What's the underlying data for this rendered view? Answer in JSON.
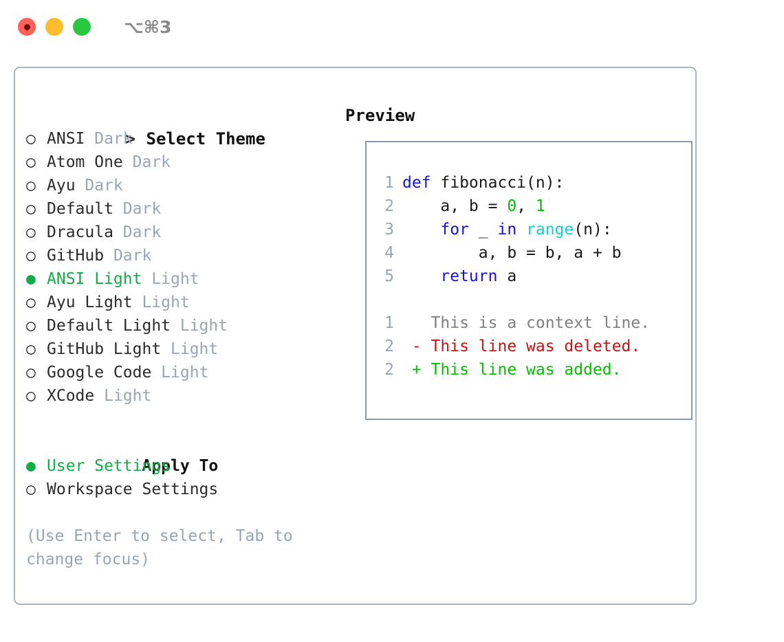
{
  "titlebar": {
    "lights": [
      {
        "name": "close",
        "color": "#ff6058"
      },
      {
        "name": "minimize",
        "color": "#ffbd2e"
      },
      {
        "name": "zoom",
        "color": "#28c840"
      }
    ],
    "shortcut": "⌥⌘3"
  },
  "colors": {
    "accent_green": "#13ab45",
    "dim_gray": "#9aa5b4",
    "panel_border": "#aab3c0",
    "preview_border": "#8d99a8",
    "keyword_blue": "#1414d6",
    "function_cyan": "#12d0d0",
    "number_green": "#00c000",
    "diff_delete_red": "#cc1111",
    "diff_add_green": "#00c000",
    "diff_context_gray": "#808080"
  },
  "theme_list": {
    "heading_marker": ">",
    "heading": "Select Theme",
    "items": [
      {
        "marker": "○",
        "name": "ANSI",
        "variant": "Dark",
        "selected": false
      },
      {
        "marker": "○",
        "name": "Atom One",
        "variant": "Dark",
        "selected": false
      },
      {
        "marker": "○",
        "name": "Ayu",
        "variant": "Dark",
        "selected": false
      },
      {
        "marker": "○",
        "name": "Default",
        "variant": "Dark",
        "selected": false
      },
      {
        "marker": "○",
        "name": "Dracula",
        "variant": "Dark",
        "selected": false
      },
      {
        "marker": "○",
        "name": "GitHub",
        "variant": "Dark",
        "selected": false
      },
      {
        "marker": "●",
        "name": "ANSI Light",
        "variant": "Light",
        "selected": true
      },
      {
        "marker": "○",
        "name": "Ayu Light",
        "variant": "Light",
        "selected": false
      },
      {
        "marker": "○",
        "name": "Default Light",
        "variant": "Light",
        "selected": false
      },
      {
        "marker": "○",
        "name": "GitHub Light",
        "variant": "Light",
        "selected": false
      },
      {
        "marker": "○",
        "name": "Google Code",
        "variant": "Light",
        "selected": false
      },
      {
        "marker": "○",
        "name": "XCode",
        "variant": "Light",
        "selected": false
      }
    ]
  },
  "apply_to": {
    "title": "Apply To",
    "items": [
      {
        "marker": "●",
        "name": "User Settings",
        "selected": true
      },
      {
        "marker": "○",
        "name": "Workspace Settings",
        "selected": false
      }
    ]
  },
  "hint": "(Use Enter to select, Tab to change focus)",
  "preview": {
    "title": "Preview",
    "code_lines": [
      {
        "gutter": "1",
        "tokens": [
          {
            "t": "def ",
            "c": "kw"
          },
          {
            "t": "fibonacci(n):",
            "c": "plain"
          }
        ]
      },
      {
        "gutter": "2",
        "tokens": [
          {
            "t": "    a, b = ",
            "c": "plain"
          },
          {
            "t": "0",
            "c": "num"
          },
          {
            "t": ", ",
            "c": "plain"
          },
          {
            "t": "1",
            "c": "num"
          }
        ]
      },
      {
        "gutter": "3",
        "tokens": [
          {
            "t": "    ",
            "c": "plain"
          },
          {
            "t": "for",
            "c": "kw"
          },
          {
            "t": " _ ",
            "c": "plain"
          },
          {
            "t": "in",
            "c": "kw"
          },
          {
            "t": " ",
            "c": "plain"
          },
          {
            "t": "range",
            "c": "fn"
          },
          {
            "t": "(n):",
            "c": "plain"
          }
        ]
      },
      {
        "gutter": "4",
        "tokens": [
          {
            "t": "        a, b = b, a + b",
            "c": "plain"
          }
        ]
      },
      {
        "gutter": "5",
        "tokens": [
          {
            "t": "    ",
            "c": "plain"
          },
          {
            "t": "return",
            "c": "kw"
          },
          {
            "t": " a",
            "c": "plain"
          }
        ]
      },
      {
        "gutter": "",
        "tokens": []
      },
      {
        "gutter": "1",
        "tokens": [
          {
            "t": "   This is a context line.",
            "c": "ctx"
          }
        ]
      },
      {
        "gutter": "2",
        "tokens": [
          {
            "t": " - This line was deleted.",
            "c": "del"
          }
        ]
      },
      {
        "gutter": "2",
        "tokens": [
          {
            "t": " + This line was added.",
            "c": "add"
          }
        ]
      }
    ]
  }
}
